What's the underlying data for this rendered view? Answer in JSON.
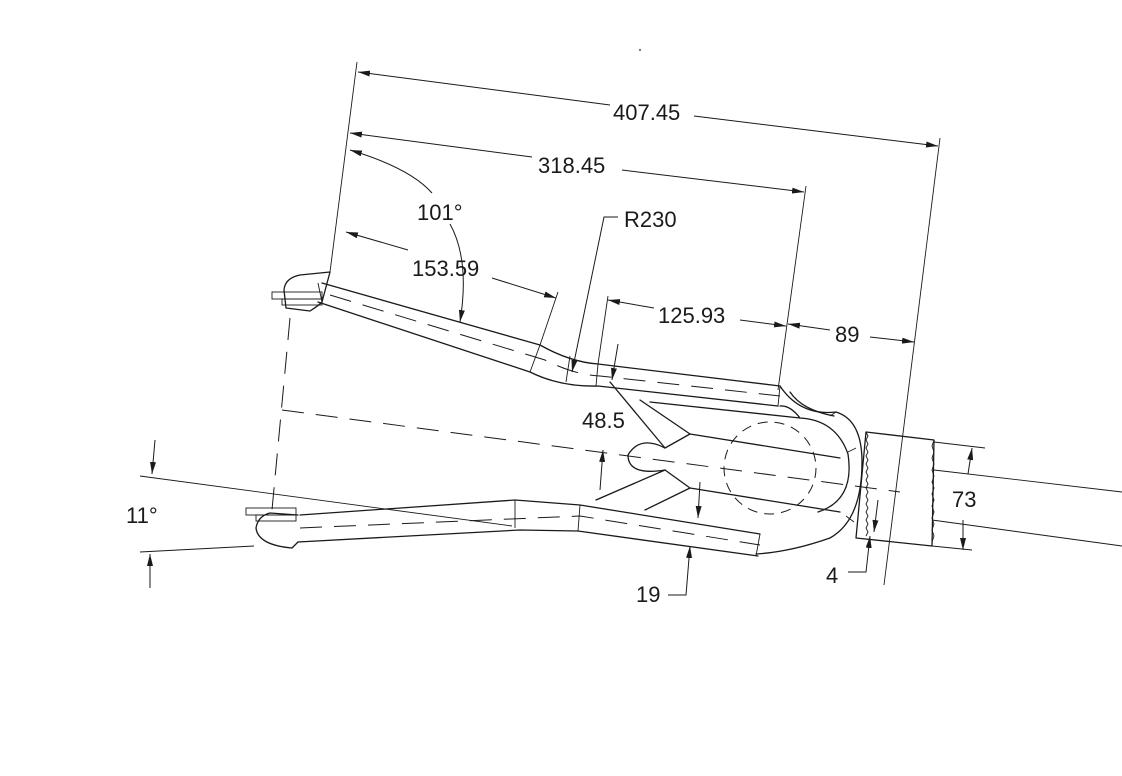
{
  "drawing": {
    "dimensions": {
      "overall_length": "407.45",
      "seat_stay_length": "318.45",
      "angle_top": "101°",
      "segment_length": "153.59",
      "radius": "R230",
      "straight_length": "125.93",
      "dropout_offset": "89",
      "bridge_offset": "48.5",
      "axle_width": "73",
      "angle_bottom": "11°",
      "tube_diameter": "19",
      "gap": "4"
    }
  }
}
